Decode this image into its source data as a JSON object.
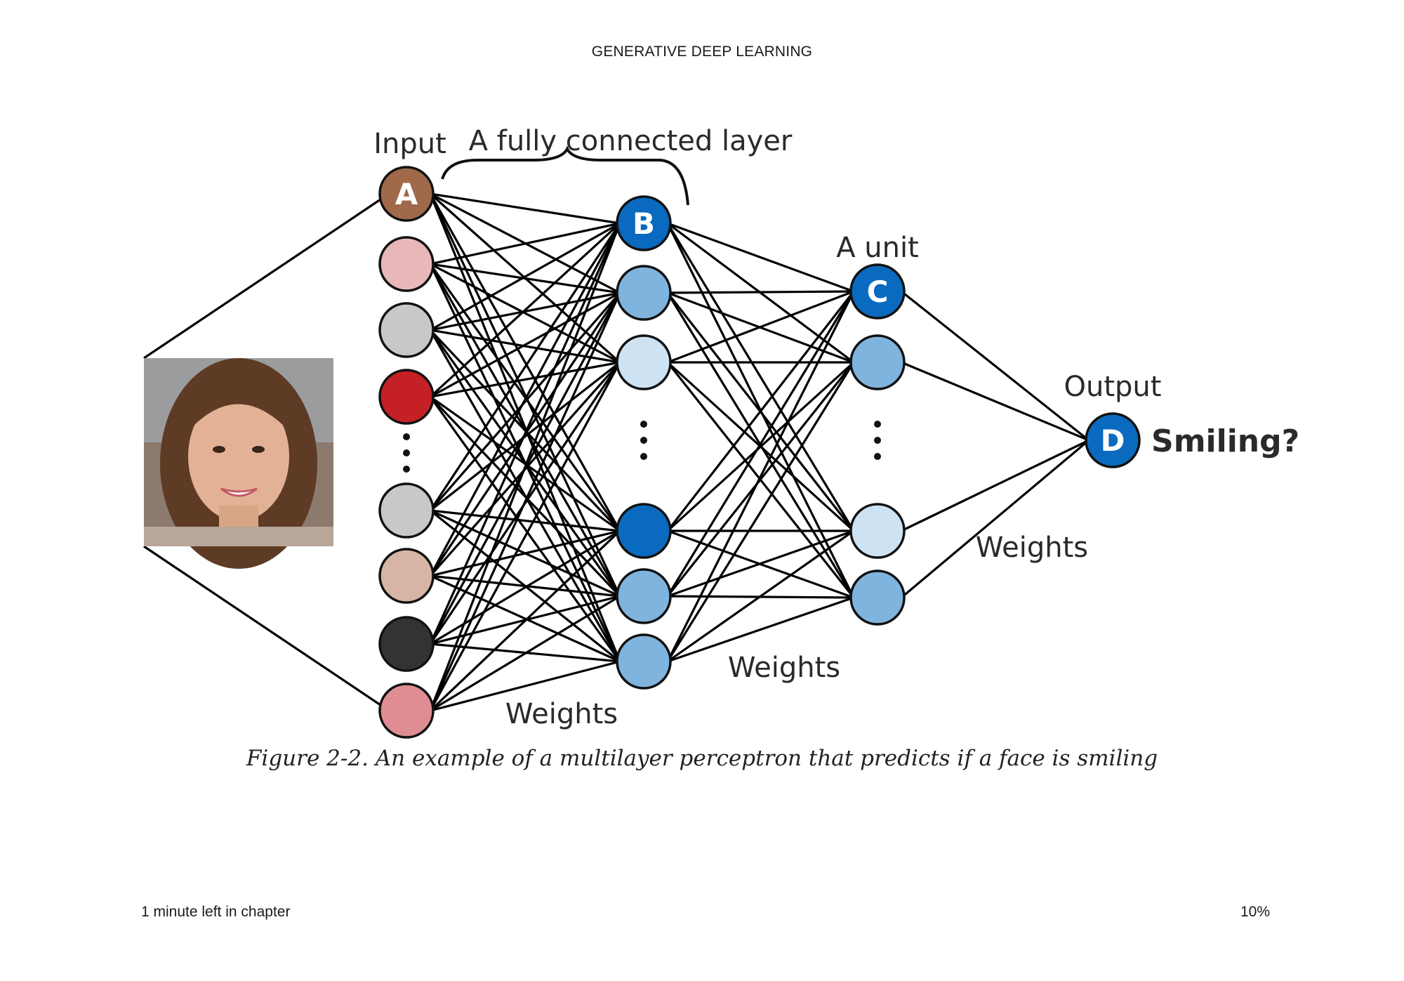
{
  "header": {
    "book_title": "GENERATIVE DEEP LEARNING"
  },
  "figure": {
    "labels": {
      "input": "Input",
      "fully_connected": "A fully connected layer",
      "unit": "A unit",
      "output": "Output",
      "smiling": "Smiling?",
      "weights": "Weights"
    },
    "node_letters": {
      "a": "A",
      "b": "B",
      "c": "C",
      "d": "D"
    },
    "colors": {
      "input_a": "#a0694a",
      "input_pink": "#e8b7b9",
      "input_gray": "#c8c8c8",
      "input_red": "#c52025",
      "input_tan": "#d6b5a4",
      "input_black": "#333333",
      "input_rose": "#df8d92",
      "blue_dark": "#0a6abf",
      "blue_mid": "#7fb4de",
      "blue_light": "#cde2f2"
    },
    "caption": "Figure 2-2. An example of a multilayer perceptron that predicts if a face is smiling"
  },
  "footer": {
    "time_left": "1 minute left in chapter",
    "progress": "10%"
  }
}
